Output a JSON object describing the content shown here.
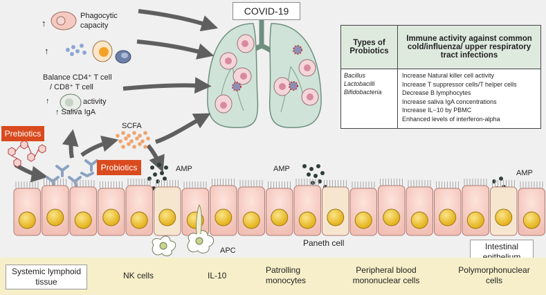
{
  "title": "COVID-19",
  "effects": {
    "phagocytic_arrow": "↑",
    "phagocytic": "Phagocytic capacity",
    "cells_arrow": "↑",
    "balance_line1": "Balance CD4⁺ T cell",
    "balance_line2": "/ CD8⁺ T cell",
    "activity_arrow": "↑",
    "activity": "activity",
    "saliva": "↑ Saliva IgA"
  },
  "labels": {
    "scfa": "SCFA",
    "prebiotics": "Prebiotics",
    "probiotics": "Probiotics",
    "amp1": "AMP",
    "amp2": "AMP",
    "amp3": "AMP",
    "apc": "APC",
    "paneth": "Paneth cell",
    "intestinal": "Intestinal epithelium",
    "systemic": "Systemic lymphoid tissue"
  },
  "table": {
    "header_types": "Types of Probiotics",
    "header_activity": "Immune activity against common cold/influenza/ upper respiratory tract infections",
    "types": [
      "Bacillus",
      "Lactobacilli",
      "Bifidobacteria"
    ],
    "activities": [
      "Increase Natural killer cell activity",
      "Increase T suppressor cells/T helper cells",
      "Decrease B lymphocytes",
      "Increase saliva IgA concentrations",
      "Increase IL−10 by PBMC",
      "Enhanced levels of interferon-alpha"
    ]
  },
  "legend": {
    "nk": "NK cells",
    "il10": "IL-10",
    "patrolling": "Patrolling monocytes",
    "pbmc": "Peripheral blood mononuclear cells",
    "poly": "Polymorphonuclear cells"
  },
  "colors": {
    "lung": "#cfe3d8",
    "lung_stroke": "#6f8f80",
    "tag_red": "#d94a1e",
    "cell_pink": "#f4c9c0",
    "nucleus_yellow": "#f1c232",
    "legend_bg": "#f6efc9",
    "arrow_gray": "#5f5f5f"
  }
}
